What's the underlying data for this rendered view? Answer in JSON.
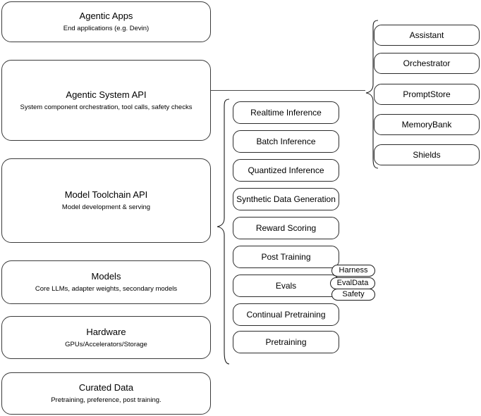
{
  "diagram": {
    "title": "AI stack layered architecture diagram",
    "background_color": "#ffffff",
    "stroke_color": "#3b3b3b"
  },
  "stack_layers": [
    {
      "id": "agentic-apps",
      "title": "Agentic Apps",
      "subtitle": "End applications (e.g. Devin)"
    },
    {
      "id": "agentic-system-api",
      "title": "Agentic System API",
      "subtitle": "System component orchestration, tool calls, safety checks"
    },
    {
      "id": "model-toolchain-api",
      "title": "Model Toolchain API",
      "subtitle": "Model development & serving"
    },
    {
      "id": "models",
      "title": "Models",
      "subtitle": "Core LLMs, adapter weights, secondary models"
    },
    {
      "id": "hardware",
      "title": "Hardware",
      "subtitle": "GPUs/Accelerators/Storage"
    },
    {
      "id": "curated-data",
      "title": "Curated Data",
      "subtitle": "Pretraining, preference, post training."
    }
  ],
  "toolchain_components": [
    {
      "id": "realtime-inference",
      "label": "Realtime Inference"
    },
    {
      "id": "batch-inference",
      "label": "Batch Inference"
    },
    {
      "id": "quantized-inference",
      "label": "Quantized Inference"
    },
    {
      "id": "synthetic-data-generation",
      "label": "Synthetic Data Generation"
    },
    {
      "id": "reward-scoring",
      "label": "Reward Scoring"
    },
    {
      "id": "post-training",
      "label": "Post Training"
    },
    {
      "id": "evals",
      "label": "Evals"
    },
    {
      "id": "continual-pretraining",
      "label": "Continual Pretraining"
    },
    {
      "id": "pretraining",
      "label": "Pretraining"
    }
  ],
  "evals_tags": [
    {
      "id": "harness",
      "label": "Harness"
    },
    {
      "id": "evaldata",
      "label": "EvalData"
    },
    {
      "id": "safety",
      "label": "Safety"
    }
  ],
  "agentic_components": [
    {
      "id": "assistant",
      "label": "Assistant"
    },
    {
      "id": "orchestrator",
      "label": "Orchestrator"
    },
    {
      "id": "promptstore",
      "label": "PromptStore"
    },
    {
      "id": "memorybank",
      "label": "MemoryBank"
    },
    {
      "id": "shields",
      "label": "Shields"
    }
  ]
}
